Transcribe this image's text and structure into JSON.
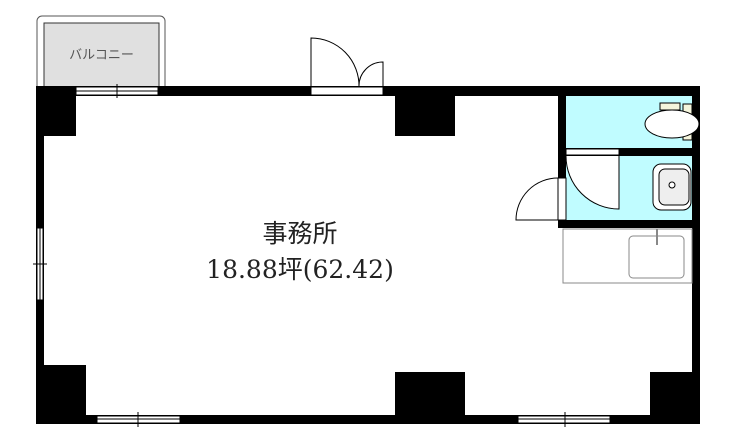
{
  "balcony": {
    "label": "バルコニー",
    "fill": "#e0e0e0"
  },
  "room": {
    "name": "事務所",
    "area": "18.88坪(62.42)"
  },
  "wet_area_color": "#c0fcff"
}
